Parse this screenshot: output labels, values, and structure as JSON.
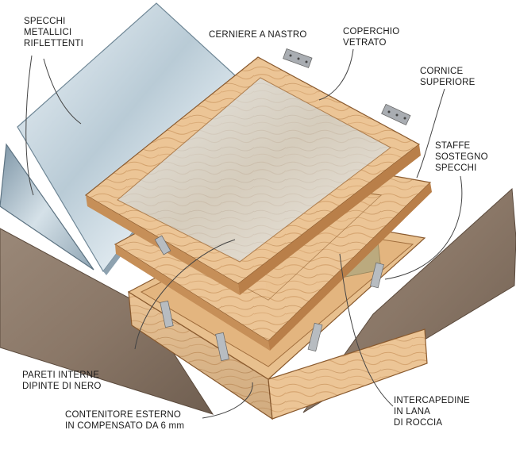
{
  "labels": {
    "mirrors": [
      "SPECCHI",
      "METALLICI",
      "RIFLETTENTI"
    ],
    "hinges": [
      "CERNIERE A NASTRO"
    ],
    "glass_lid": [
      "COPERCHIO",
      "VETRATO"
    ],
    "top_frame": [
      "CORNICE",
      "SUPERIORE"
    ],
    "brackets": [
      "STAFFE",
      "SOSTEGNO",
      "SPECCHI"
    ],
    "inner_walls": [
      "PARETI INTERNE",
      "DIPINTE DI NERO"
    ],
    "outer_box": [
      "CONTENITORE ESTERNO",
      "IN COMPENSATO DA 6 mm"
    ],
    "insulation": [
      "INTERCAPEDINE",
      "IN LANA",
      "DI ROCCIA"
    ]
  },
  "colors": {
    "wood_light": "#ecc596",
    "wood_mid": "#d9a66e",
    "wood_grain": "#b9844f",
    "mirror_light": "#dfe9ef",
    "mirror_dark": "#7d95a6",
    "panel_brown": "#8a7767",
    "insulation": "#b7a97e",
    "metal": "#a9adb2",
    "leader": "#444444"
  }
}
